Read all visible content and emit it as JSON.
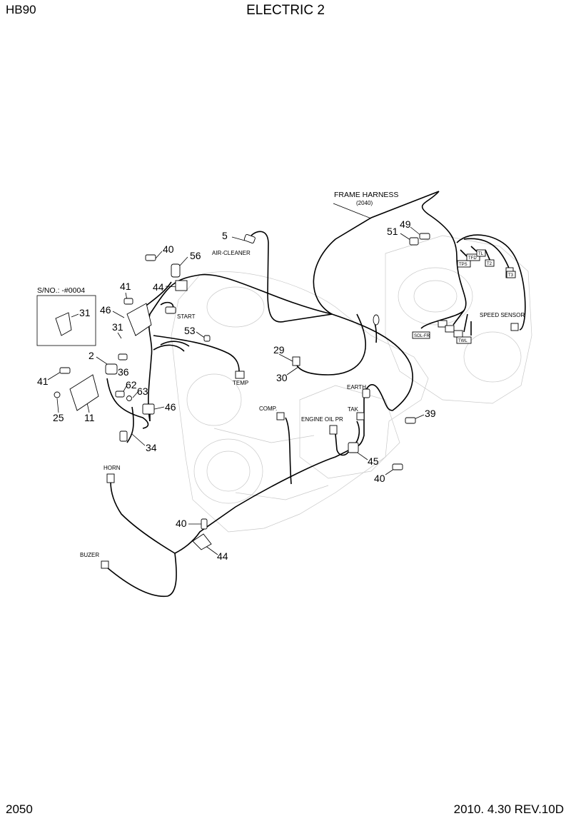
{
  "header": {
    "model": "HB90",
    "title": "ELECTRIC 2"
  },
  "footer": {
    "page_number": "2050",
    "revision": "2010. 4.30  REV.10D"
  },
  "inset": {
    "serial_note": "S/NO.: -#0004",
    "part": "31"
  },
  "harness": {
    "name": "FRAME HARNESS",
    "ref": "(2040)"
  },
  "labels": {
    "air_cleaner": "AIR-CLEANER",
    "start": "START",
    "temp": "TEMP",
    "earth": "EARTH",
    "comp": "COMP.",
    "tak": "TAK",
    "engine_oil_pr": "ENGINE OIL PR",
    "speed_sensor": "SPEED SENSOR",
    "horn": "HORN",
    "buzer": "BUZER"
  },
  "connector_tags": {
    "tps": "TPS",
    "tfd": "TFD",
    "tl": "TL",
    "sol_fr": "SOL-FR",
    "twl": "TWL",
    "t2": "T2",
    "t3": "T3"
  },
  "part_numbers": {
    "p5": "5",
    "p40a": "40",
    "p56": "56",
    "p41a": "41",
    "p44a": "44",
    "p46a": "46",
    "p53": "53",
    "p31": "31",
    "p2": "2",
    "p36": "36",
    "p41b": "41",
    "p62": "62",
    "p63": "63",
    "p46b": "46",
    "p25": "25",
    "p11": "11",
    "p34": "34",
    "p29": "29",
    "p30": "30",
    "p49": "49",
    "p51": "51",
    "p39": "39",
    "p45": "45",
    "p40b": "40",
    "p40c": "40",
    "p44b": "44"
  }
}
